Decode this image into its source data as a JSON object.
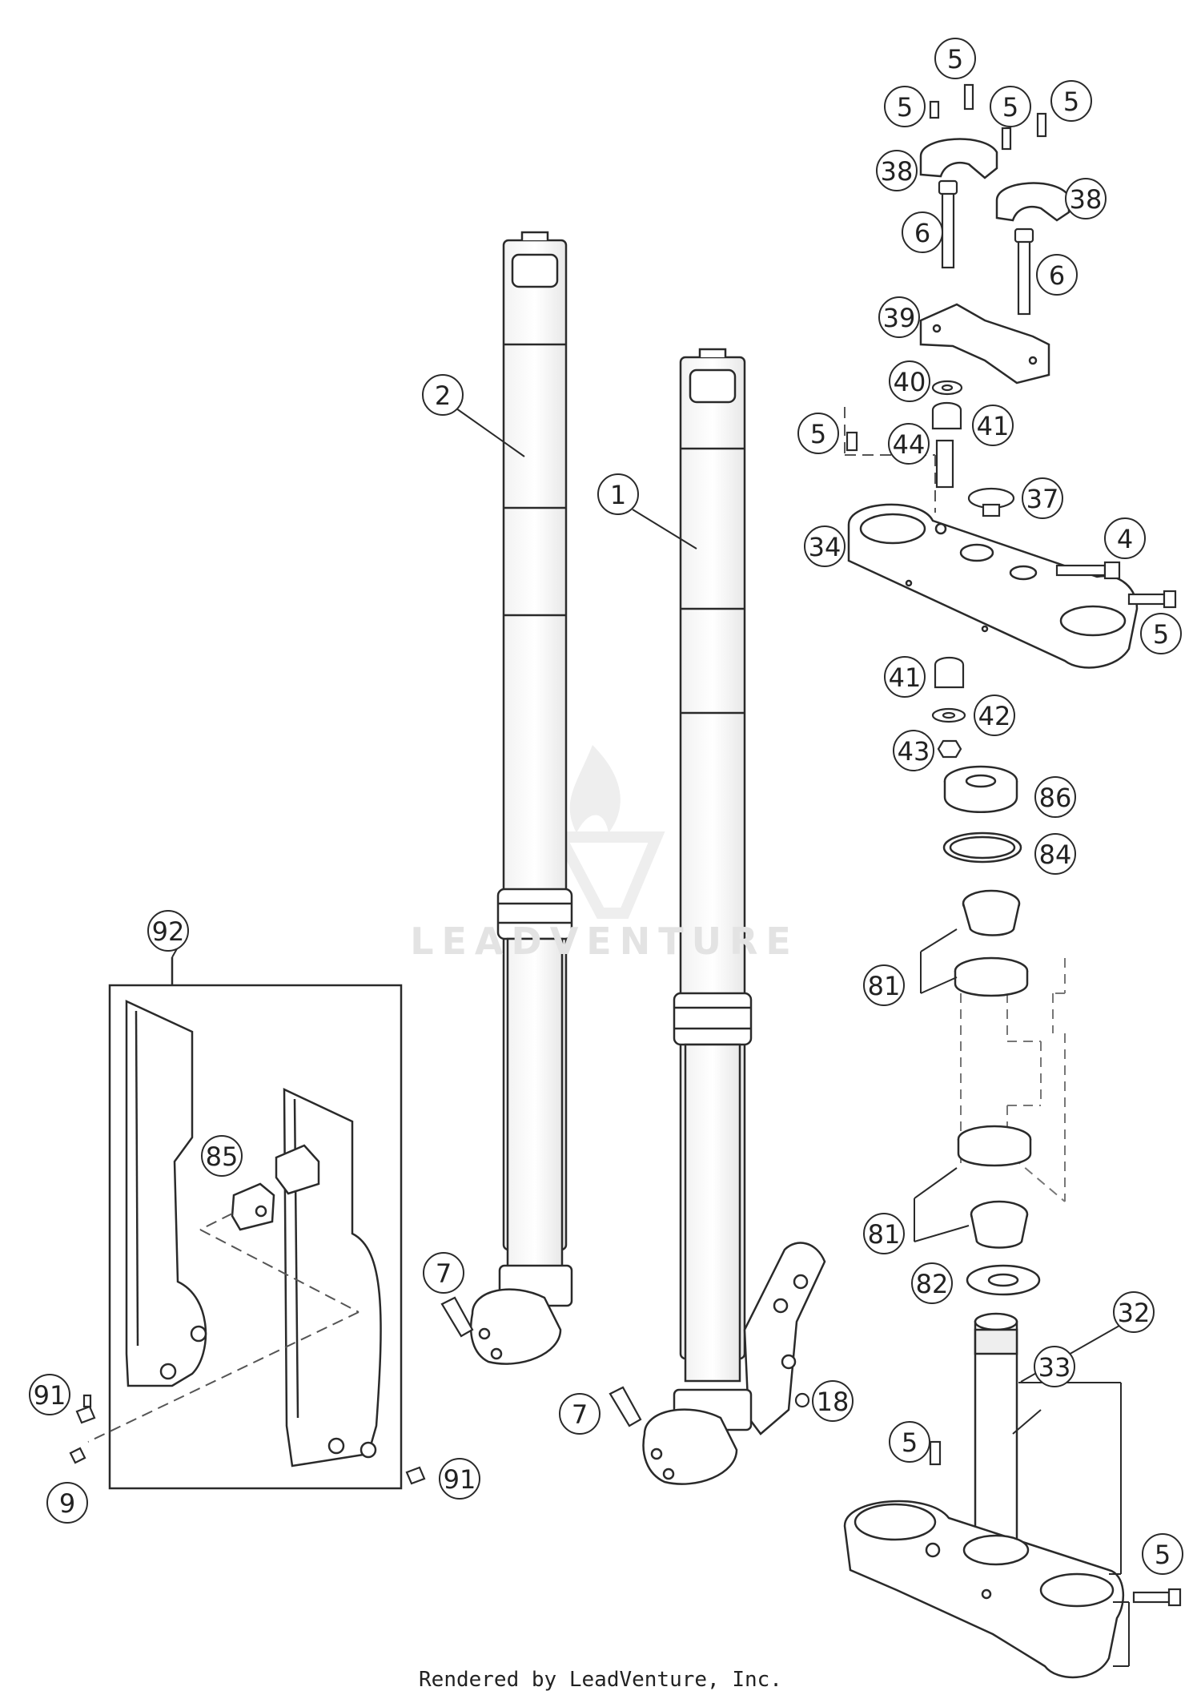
{
  "diagram": {
    "callouts": [
      "1",
      "2",
      "4",
      "5",
      "6",
      "7",
      "9",
      "18",
      "32",
      "33",
      "34",
      "37",
      "38",
      "39",
      "40",
      "41",
      "42",
      "43",
      "44",
      "81",
      "82",
      "84",
      "85",
      "86",
      "91",
      "92"
    ]
  },
  "watermark": {
    "text": "LEADVENTURE"
  },
  "footer": {
    "text": "Rendered by LeadVenture, Inc."
  },
  "colors": {
    "line": "#2a2a2a",
    "fill": "#ffffff",
    "dashed": "#555555"
  }
}
